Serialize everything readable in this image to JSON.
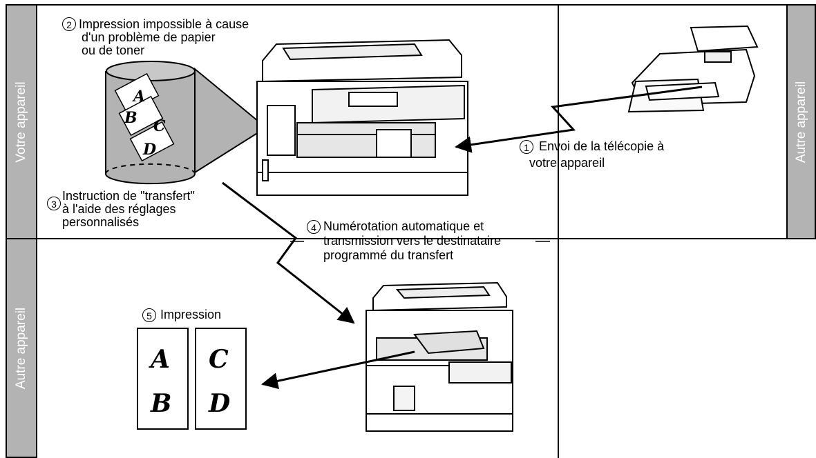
{
  "bands": {
    "left_top": "Votre appareil",
    "left_bottom": "Autre appareil",
    "right_top": "Autre appareil"
  },
  "steps": [
    {
      "num": "1",
      "lines": [
        "Envoi de la télécopie à",
        "votre appareil"
      ]
    },
    {
      "num": "2",
      "lines": [
        "Impression impossible à cause",
        "d'un problème de papier",
        "ou de toner"
      ]
    },
    {
      "num": "3",
      "lines": [
        "Instruction de \"transfert\"",
        "à l'aide des réglages",
        "personnalisés"
      ]
    },
    {
      "num": "4",
      "lines": [
        "Numérotation automatique et",
        "transmission vers le destinataire",
        "programmé du transfert"
      ]
    },
    {
      "num": "5",
      "lines": [
        "Impression"
      ]
    }
  ],
  "pages": {
    "memory_sheets": [
      "A",
      "B",
      "C",
      "D"
    ],
    "printed_left": [
      "A",
      "B"
    ],
    "printed_right": [
      "C",
      "D"
    ]
  },
  "colors": {
    "band": "#b3b3b3",
    "line": "#000000",
    "paper": "#ffffff"
  }
}
